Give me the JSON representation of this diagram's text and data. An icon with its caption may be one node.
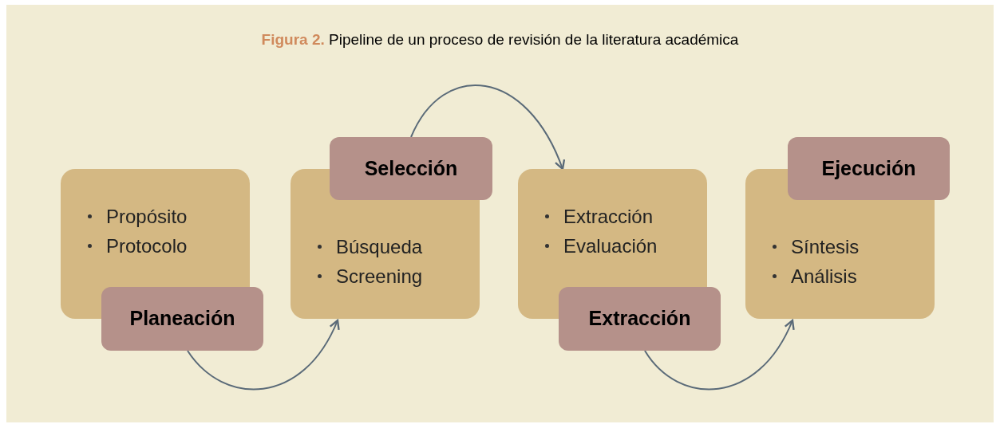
{
  "diagram": {
    "title": "**Figura 2.** Pipeline de un proceso de revisión de la literatura académica",
    "nodes": [
      {
        "text": [
          "Propósito",
          "Protocolo"
        ]
      },
      {
        "text": [
          "Planeación"
        ]
      },
      {
        "text": [
          "Selección"
        ]
      },
      {
        "text": [
          "Búsqueda",
          "Screening"
        ]
      },
      {
        "text": [
          "Extracción",
          "Evaluación"
        ]
      },
      {
        "text": [
          "Extracción"
        ]
      },
      {
        "text": [
          "Ejecución"
        ]
      },
      {
        "text": [
          "Síntesis",
          "Análisis"
        ]
      }
    ],
    "edges": [
      {
        "from": 1,
        "to": 3,
        "arrow": "to"
      },
      {
        "from": 2,
        "to": 4,
        "arrow": "to"
      },
      {
        "from": 5,
        "to": 7,
        "arrow": "to"
      }
    ]
  }
}
